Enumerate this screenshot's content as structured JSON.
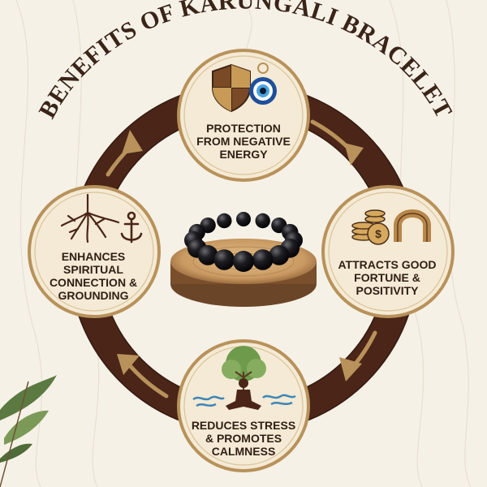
{
  "title": "BENEFITS OF KARUNGALI BRACELET",
  "benefits": {
    "top": "PROTECTION\nFROM NEGATIVE\nENERGY",
    "right": "ATTRACTS GOOD\nFORTUNE &\nPOSITIVITY",
    "bottom": "REDUCES STRESS\n& PROMOTES\nCALMNESS",
    "left": "ENHANCES\nSPIRITUAL\nCONNECTION &\nGROUNDING"
  },
  "icons": {
    "top": [
      "shield-icon",
      "evil-eye-charm-icon"
    ],
    "right": [
      "coin-stack-icon",
      "dollar-coin-icon",
      "horseshoe-icon"
    ],
    "bottom": [
      "tree-icon",
      "meditation-figure-icon",
      "water-wave-icon"
    ],
    "left": [
      "roots-icon",
      "anchor-icon"
    ],
    "center": "bead-bracelet-on-wood-slice"
  },
  "colors": {
    "background": "#f6f1e7",
    "ring": "#4a2518",
    "gold": "#b8925a",
    "text": "#2f1e14",
    "circle_fill": "#f4ead5"
  }
}
